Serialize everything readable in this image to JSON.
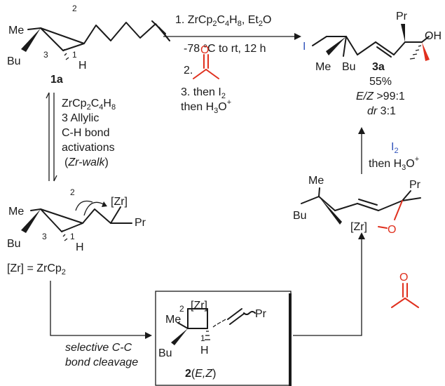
{
  "compound_1a": {
    "me": "Me",
    "bu": "Bu",
    "h": "H",
    "locant_2": "2",
    "locant_3": "3",
    "locant_1": "1",
    "label": "1a"
  },
  "top_conditions": {
    "step1_a": "1. ZrCp",
    "step1_sub1": "2",
    "step1_b": "C",
    "step1_sub2": "4",
    "step1_c": "H",
    "step1_sub3": "8",
    "step1_d": ", Et",
    "step1_sub4": "2",
    "step1_e": "O",
    "step1_line2": "-78 °C to rt, 12 h",
    "step2": "2.",
    "step2_o": "O",
    "step3_a": "3. then I",
    "step3_sub": "2",
    "step3_b": "then H",
    "step3_sub2": "3",
    "step3_c": "O",
    "step3_sup": "+"
  },
  "product_3a": {
    "iodine": "I",
    "me": "Me",
    "bu": "Bu",
    "pr": "Pr",
    "oh": "OH",
    "label": "3a",
    "yield": "55%",
    "ez_prefix": "E/Z",
    "ez_value": " >99:1",
    "dr_prefix": "dr",
    "dr_value": " 3:1"
  },
  "left_conditions": {
    "line1_a": "ZrCp",
    "line1_sub1": "2",
    "line1_b": "C",
    "line1_sub2": "4",
    "line1_c": "H",
    "line1_sub3": "8",
    "line2": "3 Allylic",
    "line3": "C-H bond",
    "line4": "activations",
    "line5_open": "(",
    "line5_ital": "Zr-walk",
    "line5_close": ")"
  },
  "intermediate_zr": {
    "me": "Me",
    "bu": "Bu",
    "h": "H",
    "zr": "[Zr]",
    "pr": "Pr",
    "locant_2": "2",
    "locant_3": "3",
    "locant_1": "1",
    "definition_a": "[Zr] = ZrCp",
    "definition_sub": "2"
  },
  "bottom_arrow": {
    "line1": "selective C-C",
    "line2": "bond cleavage"
  },
  "compound_2": {
    "me": "Me",
    "bu": "Bu",
    "h": "H",
    "zr": "[Zr]",
    "pr": "Pr",
    "locant_2": "2",
    "locant_1": "1",
    "label_bold": "2",
    "label_open": "(",
    "label_ital": "E,Z",
    "label_close": ")"
  },
  "acetone_right": {
    "o": "O"
  },
  "oxazirconacycle": {
    "me": "Me",
    "bu": "Bu",
    "zr": "[Zr]",
    "o": "O",
    "pr": "Pr"
  },
  "right_arrow": {
    "iodine": "I",
    "iodine_sub": "2",
    "line2_a": "then H",
    "line2_sub": "3",
    "line2_b": "O",
    "line2_sup": "+"
  }
}
